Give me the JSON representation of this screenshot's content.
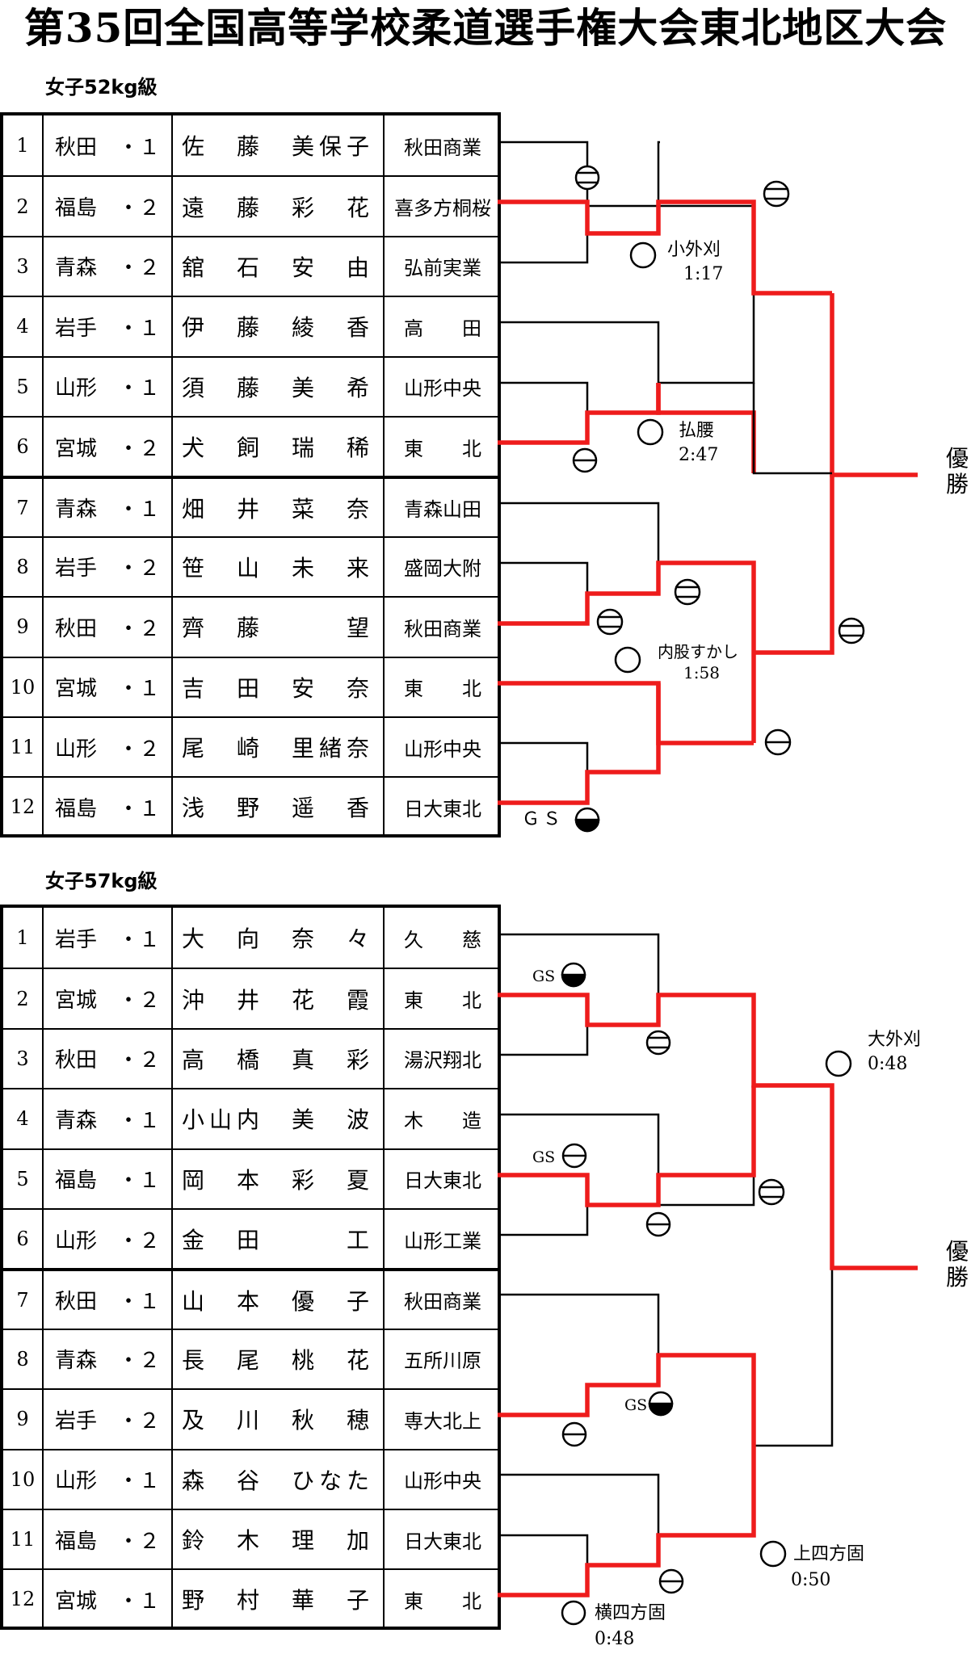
{
  "title": "第35回全国高等学校柔道選手権大会東北地区大会",
  "brackets": [
    {
      "category": "女子52kg級",
      "players": [
        {
          "num": "1",
          "pref": "秋田　・１",
          "name": "佐　藤　美保子",
          "school": "秋田商業"
        },
        {
          "num": "2",
          "pref": "福島　・２",
          "name": "遠　藤　彩　花",
          "school": "喜多方桐桜"
        },
        {
          "num": "3",
          "pref": "青森　・２",
          "name": "舘　石　安　由",
          "school": "弘前実業"
        },
        {
          "num": "4",
          "pref": "岩手　・１",
          "name": "伊　藤　綾　香",
          "school": "高　　田"
        },
        {
          "num": "5",
          "pref": "山形　・１",
          "name": "須　藤　美　希",
          "school": "山形中央"
        },
        {
          "num": "6",
          "pref": "宮城　・２",
          "name": "犬　飼　瑞　稀",
          "school": "東　　北"
        },
        {
          "num": "7",
          "pref": "青森　・１",
          "name": "畑　井　菜　奈",
          "school": "青森山田"
        },
        {
          "num": "8",
          "pref": "岩手　・２",
          "name": "笹　山　未　来",
          "school": "盛岡大附"
        },
        {
          "num": "9",
          "pref": "秋田　・２",
          "name": "齊　藤　　　望",
          "school": "秋田商業"
        },
        {
          "num": "10",
          "pref": "宮城　・１",
          "name": "吉　田　安　奈",
          "school": "東　　北"
        },
        {
          "num": "11",
          "pref": "山形　・２",
          "name": "尾　崎　里緒奈",
          "school": "山形中央"
        },
        {
          "num": "12",
          "pref": "福島　・１",
          "name": "浅　野　遥　香",
          "school": "日大東北"
        }
      ],
      "winner_label": "優勝",
      "annotations": [
        {
          "text": "小外刈"
        },
        {
          "text": "1:17"
        },
        {
          "text": "払腰"
        },
        {
          "text": "2:47"
        },
        {
          "text": "内股すかし"
        },
        {
          "text": "1:58"
        },
        {
          "text": "ＧＳ"
        }
      ]
    },
    {
      "category": "女子57kg級",
      "players": [
        {
          "num": "1",
          "pref": "岩手　・１",
          "name": "大　向　奈　々",
          "school": "久　　慈"
        },
        {
          "num": "2",
          "pref": "宮城　・２",
          "name": "沖　井　花　霞",
          "school": "東　　北"
        },
        {
          "num": "3",
          "pref": "秋田　・２",
          "name": "高　橋　真　彩",
          "school": "湯沢翔北"
        },
        {
          "num": "4",
          "pref": "青森　・１",
          "name": "小山内　美　波",
          "school": "木　　造"
        },
        {
          "num": "5",
          "pref": "福島　・１",
          "name": "岡　本　彩　夏",
          "school": "日大東北"
        },
        {
          "num": "6",
          "pref": "山形　・２",
          "name": "金　田　　　工",
          "school": "山形工業"
        },
        {
          "num": "7",
          "pref": "秋田　・１",
          "name": "山　本　優　子",
          "school": "秋田商業"
        },
        {
          "num": "8",
          "pref": "青森　・２",
          "name": "長　尾　桃　花",
          "school": "五所川原"
        },
        {
          "num": "9",
          "pref": "岩手　・２",
          "name": "及　川　秋　穂",
          "school": "専大北上"
        },
        {
          "num": "10",
          "pref": "山形　・１",
          "name": "森　谷　ひなた",
          "school": "山形中央"
        },
        {
          "num": "11",
          "pref": "福島　・２",
          "name": "鈴　木　理　加",
          "school": "日大東北"
        },
        {
          "num": "12",
          "pref": "宮城　・１",
          "name": "野　村　華　子",
          "school": "東　　北"
        }
      ],
      "winner_label": "優勝",
      "annotations": [
        {
          "text": "GS"
        },
        {
          "text": "GS"
        },
        {
          "text": "GS"
        },
        {
          "text": "大外刈"
        },
        {
          "text": "0:48"
        },
        {
          "text": "上四方固"
        },
        {
          "text": "0:50"
        },
        {
          "text": "横四方固"
        },
        {
          "text": "0:48"
        }
      ]
    }
  ],
  "colors": {
    "winner_line": "#ee1c1c",
    "line": "#000000"
  }
}
